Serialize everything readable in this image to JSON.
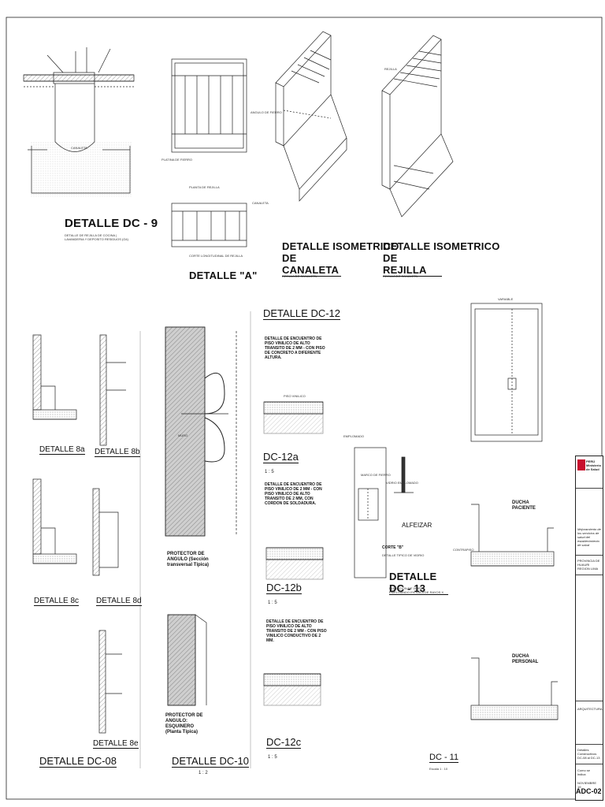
{
  "sheet": {
    "titles": {
      "dc9": "DETALLE  DC - 9",
      "dc9_sub": "DETALLE DE REJILLA DE COCINA | LAVANDERIA Y DEPOSITO RESIDUOS (G4)",
      "detalleA": "DETALLE \"A\"",
      "planta_rejilla": "PLANTA DE REJILLA",
      "corte_long": "CORTE LONGITUDINAL DE REJILLA",
      "iso_canaleta_1": "DETALLE ISOMETRICO",
      "iso_canaleta_2": "DE CANALETA",
      "iso_canaleta_sub": "REJILLA DE CANALETA",
      "iso_rejilla_1": "DETALLE ISOMETRICO",
      "iso_rejilla_2": "DE REJILLA",
      "iso_rejilla_sub": "REJILLA DE CANALETA",
      "dc12": "DETALLE DC-12",
      "dc12_note": "DETALLE DE ENCUENTRO DE PISO VINILICO DE ALTO TRANSITO DE 2 MM - CON PISO DE CONCRETO A DIFERENTE ALTURA.",
      "dc12a": "DC-12a",
      "dc12a_scale": "1 : 5",
      "dc12b_note": "DETALLE DE ENCUENTRO DE PISO VINILICO DE 2 MM - CON PISO VINILICO DE ALTO TRANSITO DE 2 MM, CON CORDON DE SOLDADURA.",
      "dc12b": "DC-12b",
      "dc12b_scale": "1 : 5",
      "dc12c_note": "DETALLE DE ENCUENTRO DE PISO VINILICO DE ALTO TRANSITO DE 2 MM - CON PISO VINILICO CONDUCTIVO DE 2 MM.",
      "dc12c": "DC-12c",
      "dc12c_scale": "1 : 5",
      "d8a": "DETALLE 8a",
      "d8b": "DETALLE 8b",
      "d8c": "DETALLE 8c",
      "d8d": "DETALLE 8d",
      "d8e": "DETALLE 8e",
      "dc08": "DETALLE DC-08",
      "dc10": "DETALLE DC-10",
      "dc10_scale": "1 : 2",
      "protector1": "PROTECTOR DE ANGULO (Sección transversal Típica)",
      "protector2": "PROTECTOR DE ANGULO: ESQUINERO (Planta Típica)",
      "alfeizar": "ALFEIZAR",
      "corte_b": "CORTE \"B\"",
      "corte_b_sub": "DETALLE TIPICO DE VIDRIO",
      "dc13": "DETALLE  DC - 13",
      "dc13_sub": "ELEVACION DE VIDRIO EMPLOMADO EN SALA DE RAYOS X",
      "emplomado": "EMPLOMADO",
      "ducha_paciente": "DUCHA PACIENTE",
      "ducha_personal": "DUCHA PERSONAL",
      "dc11": "DC - 11",
      "dc11_scale": "Escala 1 : 10"
    },
    "labels": {
      "canaleta": "CANALETA",
      "rejilla": "REJILLA",
      "angulo": "ANGULO DE FIERRO",
      "platina": "PLATINA DE FIERRO",
      "muro": "MURO",
      "piso": "PISO VINILICO",
      "contrapiso": "CONTRAPISO",
      "variable": "VARIABLE",
      "marco": "MARCO DE FIERRO",
      "vidrio": "VIDRIO EMPLOMADO"
    },
    "titleblock": {
      "entity": "PERÚ Ministerio de Salud",
      "project": "Mejoramiento de los servicios de salud del establecimiento de salud",
      "region": "PROVINCIA DE HUAURI REGION LIMA",
      "specialty": "ARQUITECTURA",
      "sheet_desc": "Detalles Constructivos DC-08 al DC-13",
      "code": "ADC-02",
      "scale": "Como se indica",
      "date": "NOVIEMBRE 19"
    }
  }
}
